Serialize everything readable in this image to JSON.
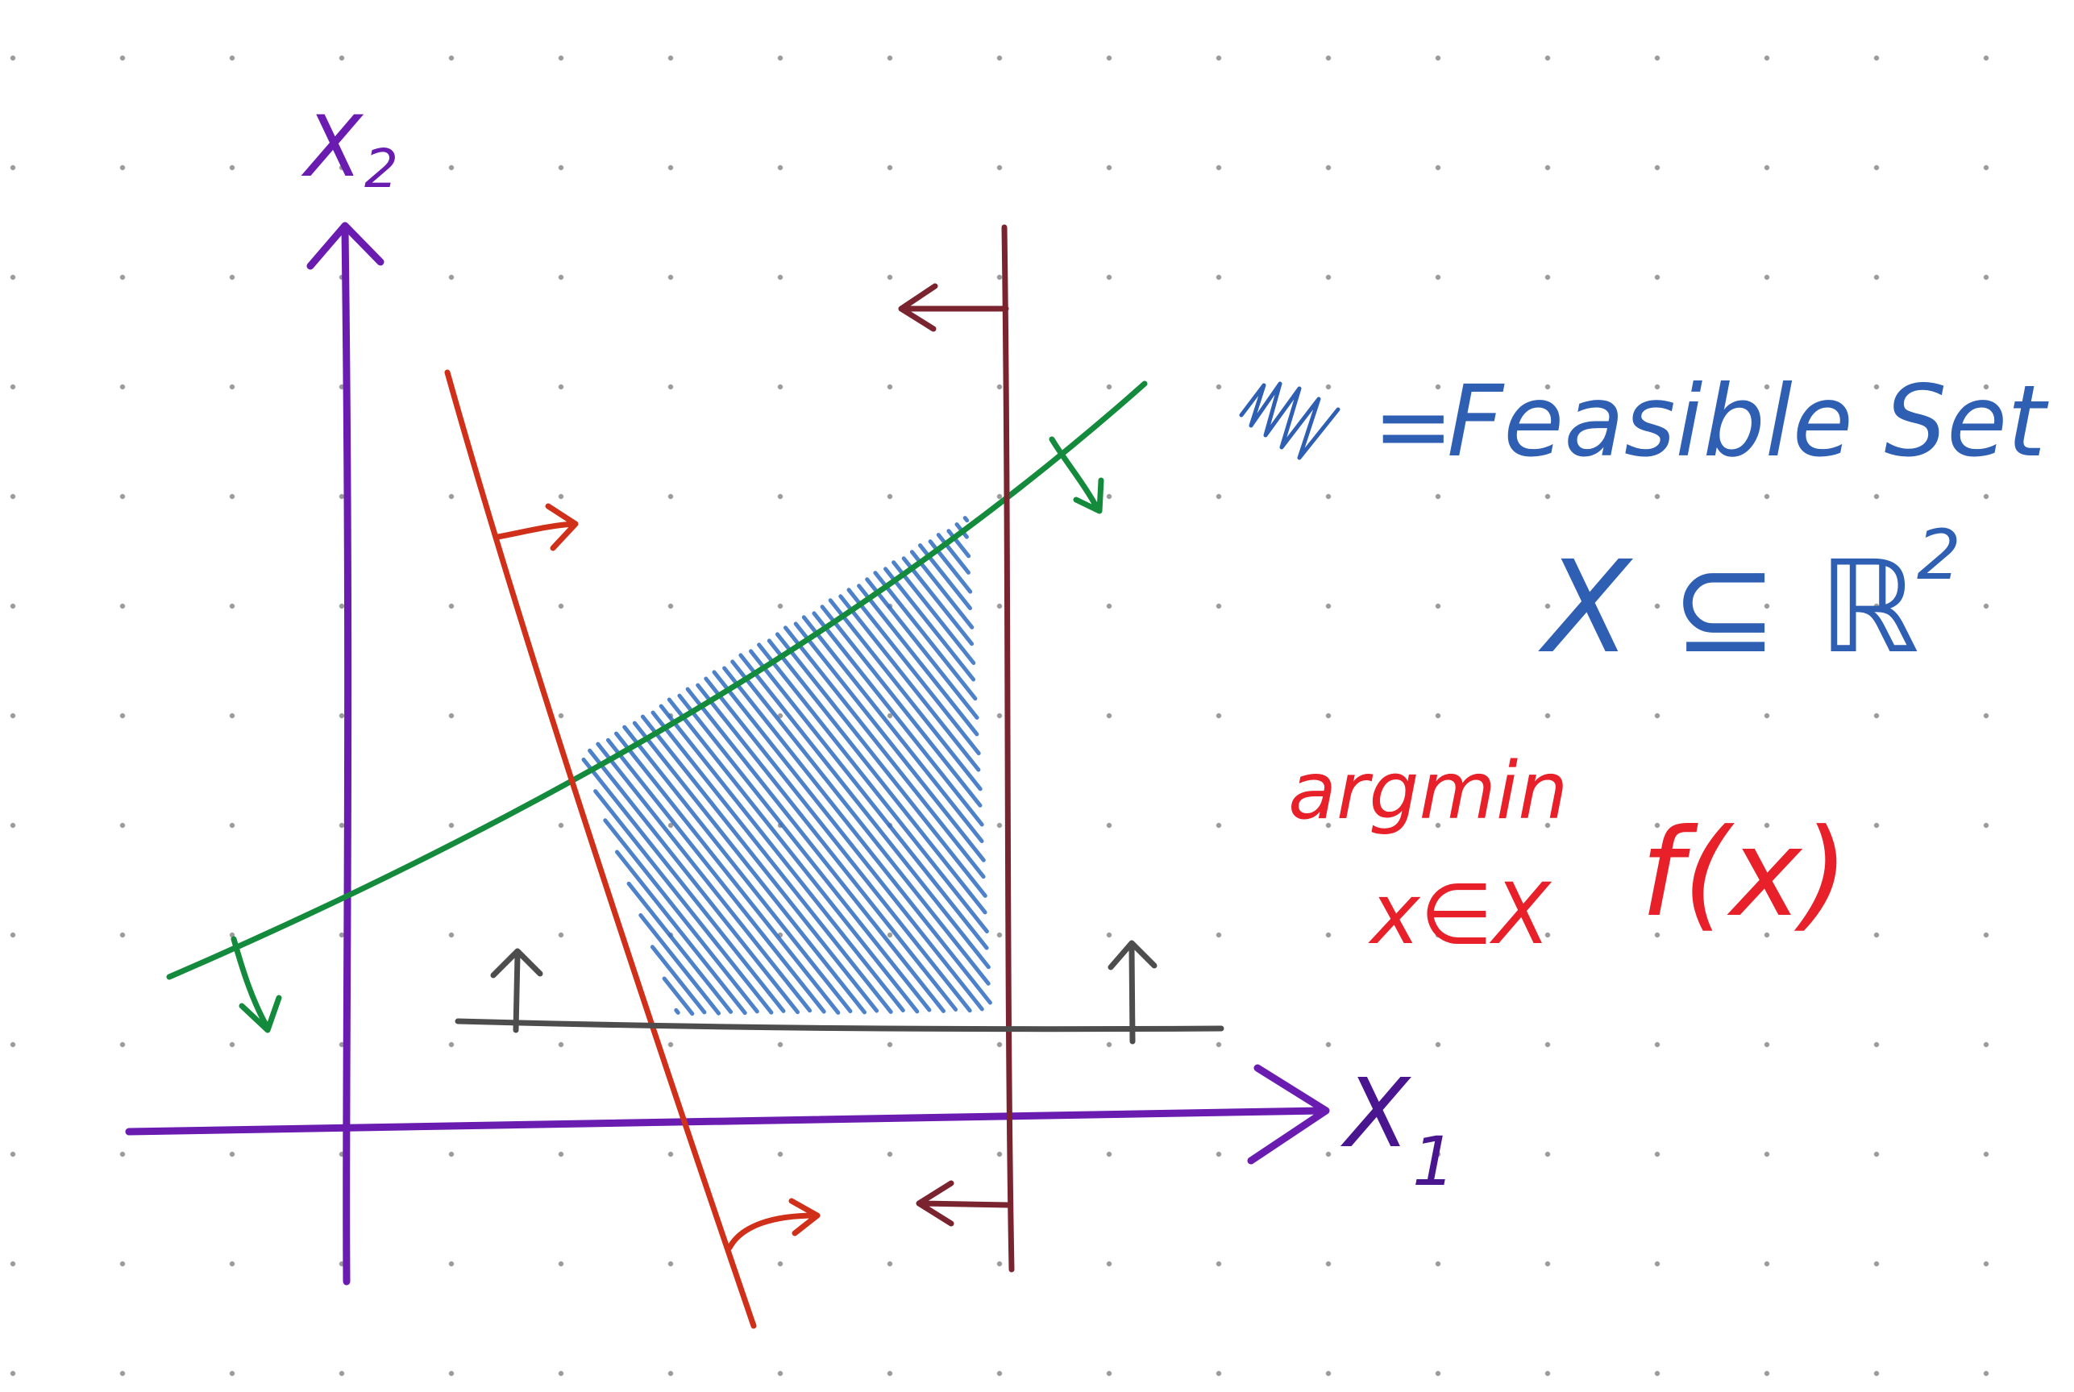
{
  "axes": {
    "x_label": "X",
    "x_subscript": "1",
    "y_label": "X",
    "y_subscript": "2"
  },
  "legend": {
    "equals": "=",
    "feasible_set_label": "Feasible Set",
    "set_definition": "X ⊆ ℝ",
    "set_superscript": "2"
  },
  "objective": {
    "operator": "argmin",
    "subscript": "x∈X",
    "function": "f(x)"
  },
  "colors": {
    "axes": "#6a1bb0",
    "green_constraint": "#148a3c",
    "red_constraint": "#d0301a",
    "maroon_constraint": "#7a2430",
    "gray_constraint": "#4d4d4d",
    "feasible_hatch": "#2f6cc0",
    "legend_text": "#2e5fb3",
    "objective_text": "#e8202a"
  }
}
